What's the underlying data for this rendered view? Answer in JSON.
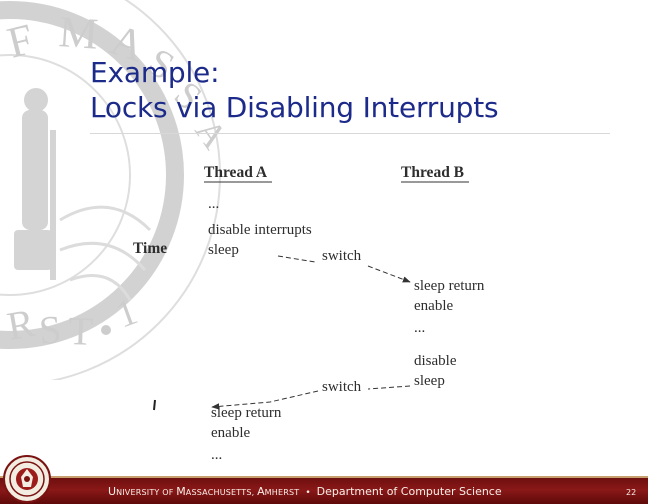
{
  "slide": {
    "title_line1": "Example:",
    "title_line2": "Locks via Disabling Interrupts",
    "number": "22"
  },
  "diagram": {
    "time_label": "Time",
    "thread_a": {
      "header": "Thread A",
      "steps": [
        "...",
        "disable interrupts",
        "sleep"
      ],
      "steps_after": [
        "sleep return",
        "enable",
        "..."
      ]
    },
    "thread_b": {
      "header": "Thread B",
      "steps": [
        "sleep return",
        "enable",
        "...",
        "disable",
        "sleep"
      ]
    },
    "switch_labels": [
      "switch",
      "switch"
    ]
  },
  "footer": {
    "u_cap": "U",
    "u_rest": "NIVERSITY OF ",
    "m_cap": "M",
    "m_rest": "ASSACHUSETTS, ",
    "a_cap": "A",
    "a_rest": "MHERST",
    "separator": "•",
    "department": "Department of Computer Science"
  },
  "colors": {
    "title": "#1c2a8a",
    "footer_bar": "#7a1212",
    "watermark": "#cfcfcf",
    "diagram_text": "#2e2e2e"
  },
  "icons": {
    "watermark": "massachusetts-seal-watermark-icon",
    "footer_seal": "umass-seal-icon"
  }
}
